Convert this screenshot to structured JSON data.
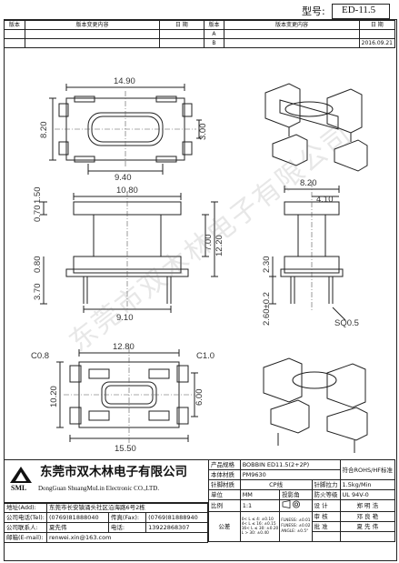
{
  "header": {
    "model_label": "型号:",
    "model_value": "ED-11.5"
  },
  "revision_table": {
    "headers": [
      "版本",
      "版本变更内容",
      "日 期",
      "版本",
      "版本变更内容",
      "日 期"
    ],
    "rows": [
      [
        "",
        "",
        "",
        "A",
        "",
        ""
      ],
      [
        "",
        "",
        "",
        "B",
        "",
        "2016.09.21"
      ]
    ]
  },
  "dimensions": {
    "top_view": {
      "width": "14.90",
      "height": "8.20",
      "slot": "3.00",
      "inner": "9.40"
    },
    "front_view": {
      "top_width": "10.80",
      "t1": "1.50",
      "t2": "0.70",
      "flange": "7.00",
      "total": "12.20",
      "t3": "0.80",
      "t4": "3.70",
      "pin_span": "9.10"
    },
    "side_view": {
      "w1": "8.20",
      "w2": "4.10",
      "h1": "2.30",
      "pin_len": "2.60±0.2",
      "pin_sq": "SQ0.5"
    },
    "bottom_view": {
      "width": "12.80",
      "c1": "C0.8",
      "c2": "C1.0",
      "h1": "10.20",
      "h2": "6.00",
      "base": "15.50"
    }
  },
  "watermark": "东莞市双木林电子有限公司",
  "company": {
    "logo": "SML",
    "name_cn": "东莞市双木林电子有限公司",
    "name_en": "DongGuan ShuangMuLin Electronic CO.,LTD.",
    "address_label": "地址(Add):",
    "address": "东莞市长安镇涌头社区沿海路6号2栋",
    "tel_label": "公司电话(Tel):",
    "tel": "(0769)81888040",
    "fax_label": "传真(Fax):",
    "fax": "(0769)81888940",
    "contact_label": "公司联系人:",
    "contact": "夏先伟",
    "phone_label": "电话:",
    "phone": "13922868307",
    "email_label": "邮箱(E-mail):",
    "email": "renwei.xin@163.com"
  },
  "spec": {
    "product_label": "产品规格",
    "product": "BOBBIN ED11.5(2+2P)",
    "material_label": "本体材质",
    "material": "PM9630",
    "pin_material_label": "针脚材质",
    "pin_material": "CP线",
    "rohs": "符合ROHS/HF标准",
    "pin_force_label": "针脚拉力",
    "pin_force": "1.5kg/Min",
    "unit_label": "单位",
    "unit": "MM",
    "projection_label": "投影角",
    "flame_label": "防火等级",
    "flame": "UL 94V-0",
    "scale_label": "比例",
    "scale": "1:1",
    "design_label": "设 计",
    "designer": "郑 明 浩",
    "tol_label": "公差",
    "tolerances": [
      "0< L ≤ 4: ±0.10",
      "4< L ≤ 16: ±0.15",
      "16< L ≤ 30: ±0.20",
      "L > 30: ±0.40"
    ],
    "angle_tol": [
      "FLNESS: ±0.01",
      "FLNESS: ±0.02",
      "ANGLE: ±0.5°"
    ],
    "check_label": "审 核",
    "checker": "邓 良 艳",
    "approve_label": "批 准",
    "approver": "夏 先 伟"
  }
}
